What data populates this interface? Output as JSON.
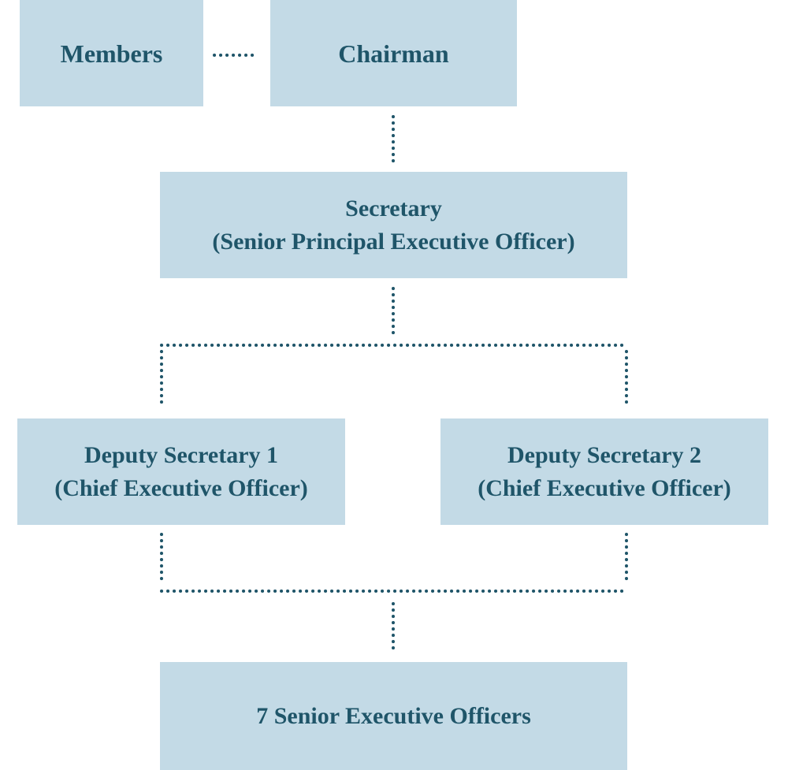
{
  "org_chart": {
    "members": {
      "label": "Members"
    },
    "chairman": {
      "label": "Chairman"
    },
    "secretary": {
      "title": "Secretary",
      "subtitle": "(Senior Principal Executive Officer)"
    },
    "deputy_1": {
      "title": "Deputy Secretary 1",
      "subtitle": "(Chief Executive Officer)"
    },
    "deputy_2": {
      "title": "Deputy Secretary 2",
      "subtitle": "(Chief Executive Officer)"
    },
    "senior_officers": {
      "label": "7 Senior Executive Officers"
    }
  },
  "colors": {
    "box_fill": "#c3dae6",
    "text": "#1f5569",
    "connector": "#1f5569"
  }
}
